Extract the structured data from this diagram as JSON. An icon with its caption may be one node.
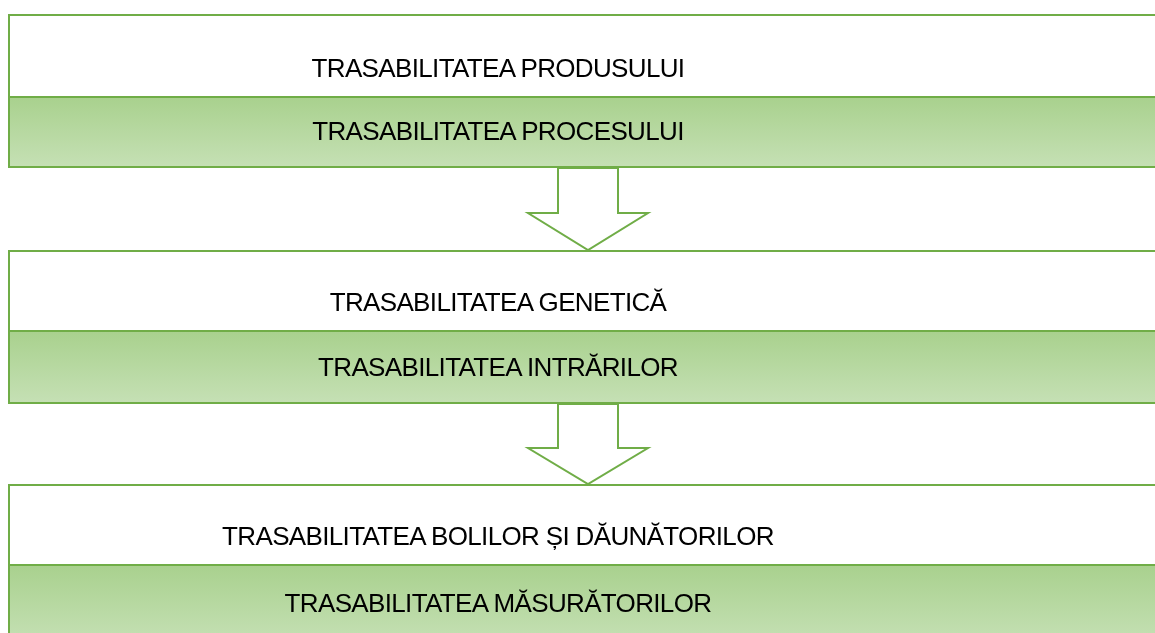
{
  "diagram": {
    "nodes": [
      {
        "text": [],
        "shape": "box"
      },
      {
        "text": [
          "TRASABILITATEA PRODUSULUI"
        ],
        "in": 0
      },
      {
        "text": [
          "TRASABILITATEA PROCESULUI"
        ],
        "in": 0
      },
      {
        "text": [],
        "shape": "box"
      },
      {
        "text": [
          "TRASABILITATEA GENETICĂ"
        ],
        "in": 3
      },
      {
        "text": [
          "TRASABILITATEA INTRĂRILOR"
        ],
        "in": 3
      },
      {
        "text": [],
        "shape": "box"
      },
      {
        "text": [
          "TRASABILITATEA BOLILOR ȘI DĂUNĂTORILOR"
        ],
        "in": 6
      },
      {
        "text": [
          "TRASABILITATEA MĂSURĂTORILOR"
        ],
        "in": 6
      }
    ],
    "edges": [
      {
        "from": 0,
        "to": 3,
        "arrow": "to",
        "style": "thick"
      },
      {
        "from": 3,
        "to": 6,
        "arrow": "to",
        "style": "thick"
      }
    ]
  }
}
